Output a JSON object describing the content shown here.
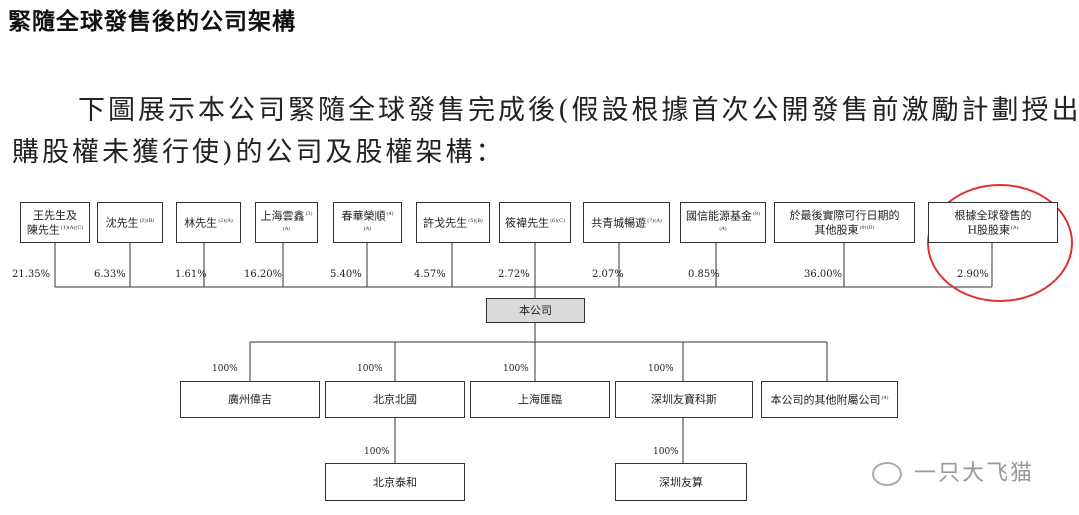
{
  "heading": "緊隨全球發售後的公司架構",
  "paragraph": {
    "line1": "下圖展示本公司緊隨全球發售完成後(假設根據首次公開發售前激勵計劃授出的",
    "line2": "購股權未獲行使)的公司及股權架構："
  },
  "shareholders": [
    {
      "line1": "王先生及",
      "line2": "陳先生",
      "note": "(1)(A)(C)",
      "pct": "21.35%"
    },
    {
      "line1": "沈先生",
      "note": "(2)(B)",
      "pct": "6.33%"
    },
    {
      "line1": "林先生",
      "note": "(2)(A)",
      "pct": "1.61%"
    },
    {
      "line1": "上海雲鑫",
      "note": "(3)(A)",
      "pct": "16.20%"
    },
    {
      "line1": "春華榮順",
      "note": "(4)(A)",
      "pct": "5.40%"
    },
    {
      "line1": "許戈先生",
      "note": "(5)(B)",
      "pct": "4.57%"
    },
    {
      "line1": "筱禕先生",
      "note": "(6)(C)",
      "pct": "2.72%"
    },
    {
      "line1": "共青城暢遊",
      "note": "(7)(A)",
      "pct": "2.07%"
    },
    {
      "line1": "國信能源基金",
      "note": "(8)(A)",
      "pct": "0.85%"
    },
    {
      "line1": "於最後實際可行日期的",
      "line2": "其他股東",
      "note": "(9)(D)",
      "pct": "36.00%"
    },
    {
      "line1": "根據全球發售的",
      "line2": "H股股東",
      "note": "(A)",
      "pct": "2.90%"
    }
  ],
  "company": "本公司",
  "subsidiaries": [
    {
      "name": "廣州偉吉",
      "pct": "100%"
    },
    {
      "name": "北京北國",
      "pct": "100%"
    },
    {
      "name": "上海匯臨",
      "pct": "100%"
    },
    {
      "name": "深圳友寶科斯",
      "pct": "100%"
    },
    {
      "name": "本公司的其他附屬公司",
      "note": "(4)",
      "pct": ""
    }
  ],
  "second_level": [
    {
      "name": "北京泰和",
      "pct": "100%"
    },
    {
      "name": "深圳友算",
      "pct": "100%"
    }
  ],
  "watermark": "一只大飞猫",
  "colors": {
    "highlight_circle": "#e03030",
    "company_fill": "#d9d9d9"
  }
}
